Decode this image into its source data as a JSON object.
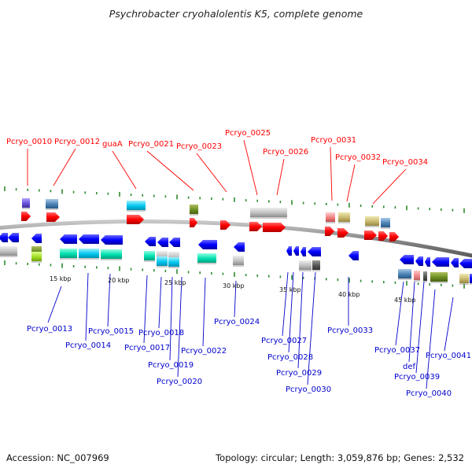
{
  "title": "Psychrobacter cryohalolentis K5, complete genome",
  "accession": "Accession: NC_007969",
  "topology": "Topology: circular; Length: 3,059,876 bp; Genes: 2,532",
  "scale_labels": [
    "15 kbp",
    "20 kbp",
    "25 kbp",
    "30 kbp",
    "35 kbp",
    "40 kbp",
    "45 kbp"
  ],
  "top_labels": [
    "Pcryo_0010",
    "Pcryo_0012",
    "guaA",
    "Pcryo_0021",
    "Pcryo_0023",
    "Pcryo_0025",
    "Pcryo_0026",
    "Pcryo_0031",
    "Pcryo_0032",
    "Pcryo_0034"
  ],
  "bottom_labels": [
    "Pcryo_0013",
    "Pcryo_0014",
    "Pcryo_0015",
    "Pcryo_0017",
    "Pcryo_0018",
    "Pcryo_0019",
    "Pcryo_0020",
    "Pcryo_0022",
    "Pcryo_0024",
    "Pcryo_0027",
    "Pcryo_0028",
    "Pcryo_0029",
    "Pcryo_0030",
    "Pcryo_0033",
    "Pcryo_0037",
    "def",
    "Pcryo_0039",
    "Pcryo_0040",
    "Pcryo_0041"
  ],
  "colors": {
    "top_label": "#ff0000",
    "bottom_label": "#0000cc",
    "backbone": "#8a8a8a",
    "tick": "#2e8b2e",
    "forward_gene": "#ff0000",
    "reverse_gene": "#0000ff"
  }
}
